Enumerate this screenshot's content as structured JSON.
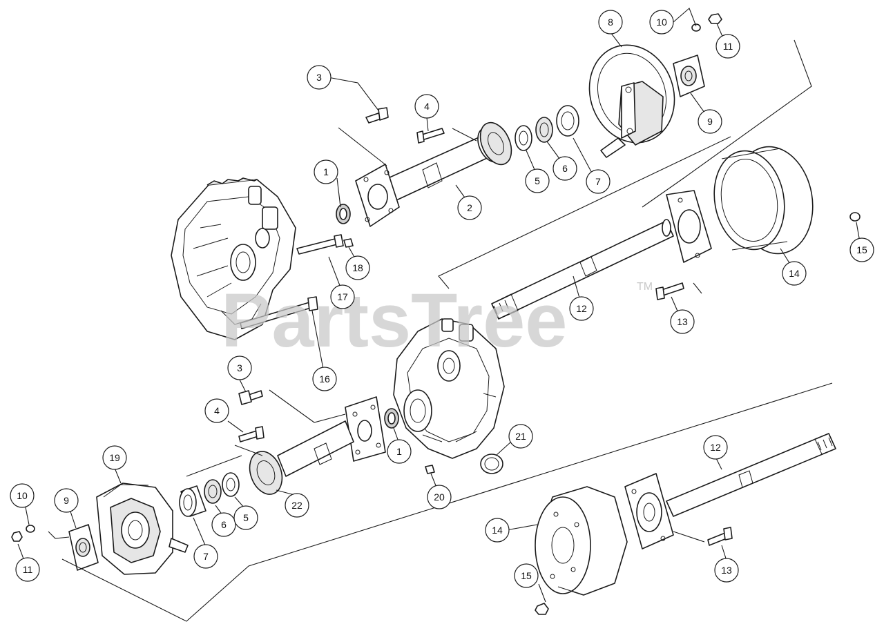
{
  "watermark": {
    "text": "PartsTree",
    "trademark": "TM"
  },
  "callouts": [
    {
      "id": "c3a",
      "label": "3"
    },
    {
      "id": "c4a",
      "label": "4"
    },
    {
      "id": "c1a",
      "label": "1"
    },
    {
      "id": "c2a",
      "label": "2"
    },
    {
      "id": "c5a",
      "label": "5"
    },
    {
      "id": "c6a",
      "label": "6"
    },
    {
      "id": "c7a",
      "label": "7"
    },
    {
      "id": "c8a",
      "label": "8"
    },
    {
      "id": "c9a",
      "label": "9"
    },
    {
      "id": "c10a",
      "label": "10"
    },
    {
      "id": "c11a",
      "label": "11"
    },
    {
      "id": "c14a",
      "label": "14"
    },
    {
      "id": "c15a",
      "label": "15"
    },
    {
      "id": "c12a",
      "label": "12"
    },
    {
      "id": "c13a",
      "label": "13"
    },
    {
      "id": "c17",
      "label": "17"
    },
    {
      "id": "c18",
      "label": "18"
    },
    {
      "id": "c16",
      "label": "16"
    },
    {
      "id": "c3b",
      "label": "3"
    },
    {
      "id": "c4b",
      "label": "4"
    },
    {
      "id": "c1b",
      "label": "1"
    },
    {
      "id": "c21",
      "label": "21"
    },
    {
      "id": "c20",
      "label": "20"
    },
    {
      "id": "c22",
      "label": "22"
    },
    {
      "id": "c19",
      "label": "19"
    },
    {
      "id": "c10b",
      "label": "10"
    },
    {
      "id": "c9b",
      "label": "9"
    },
    {
      "id": "c11b",
      "label": "11"
    },
    {
      "id": "c7b",
      "label": "7"
    },
    {
      "id": "c6b",
      "label": "6"
    },
    {
      "id": "c5b",
      "label": "5"
    },
    {
      "id": "c12b",
      "label": "12"
    },
    {
      "id": "c14b",
      "label": "14"
    },
    {
      "id": "c15b",
      "label": "15"
    },
    {
      "id": "c13b",
      "label": "13"
    }
  ]
}
